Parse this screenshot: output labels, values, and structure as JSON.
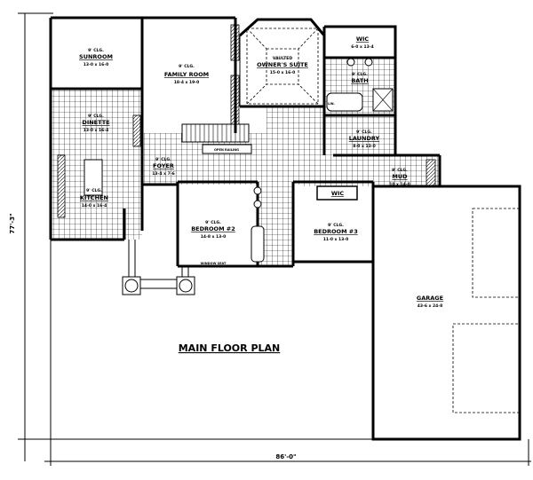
{
  "plan_title": "MAIN FLOOR PLAN",
  "dimensions": {
    "overall_depth": "77'-3\"",
    "overall_width": "86'-0\""
  },
  "rooms": {
    "sunroom": {
      "ceiling": "9' CLG.",
      "name": "SUNROOM",
      "size": "13-0 x 16-0"
    },
    "family_room": {
      "ceiling": "9' CLG.",
      "name": "FAMILY ROOM",
      "size": "18-4 x 19-0"
    },
    "owners_suite": {
      "ceiling": "VAULTED",
      "name": "OWNER'S SUITE",
      "size": "15-0 x 16-0"
    },
    "wic_owner": {
      "name": "WIC",
      "size": "6-0 x 13-4"
    },
    "bath": {
      "ceiling": "9' CLG.",
      "name": "BATH"
    },
    "laundry": {
      "ceiling": "9' CLG.",
      "name": "LAUNDRY",
      "size": "8-0 x 13-0"
    },
    "dinette": {
      "ceiling": "9' CLG.",
      "name": "DINETTE",
      "size": "13-0 x 16-4"
    },
    "foyer": {
      "ceiling": "9' CLG.",
      "name": "FOYER",
      "size": "13-4 x 7-6"
    },
    "kitchen": {
      "ceiling": "9' CLG.",
      "name": "KITCHEN",
      "size": "14-0 x 16-4"
    },
    "bedroom2": {
      "ceiling": "9' CLG.",
      "name": "BEDROOM #2",
      "size": "14-8 x 13-0"
    },
    "bedroom3": {
      "ceiling": "9' CLG.",
      "name": "BEDROOM #3",
      "size": "11-0 x 13-0"
    },
    "wic_bed3": {
      "name": "WIC"
    },
    "mud": {
      "ceiling": "9' CLG.",
      "name": "MUD",
      "size": "10 x 14-0"
    },
    "garage": {
      "name": "GARAGE",
      "size": "43-6 x 24-8"
    }
  },
  "notes": {
    "open_rail": "OPEN RAILING",
    "window_seat": "WINDOW SEAT",
    "linen": "LIN."
  }
}
